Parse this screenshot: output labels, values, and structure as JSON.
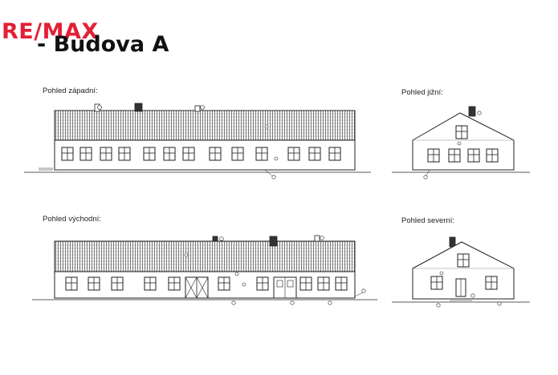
{
  "header": {
    "logo_text": "RE/MAX",
    "title": "- Budova A",
    "logo_color": "#e21f35"
  },
  "views": {
    "west": {
      "label": "Pohled západní:"
    },
    "south": {
      "label": "Pohled jižní:"
    },
    "east": {
      "label": "Pohled východní:"
    },
    "north": {
      "label": "Pohled severní:"
    }
  },
  "colors": {
    "line": "#222222",
    "roof_hatch": "#555555"
  }
}
